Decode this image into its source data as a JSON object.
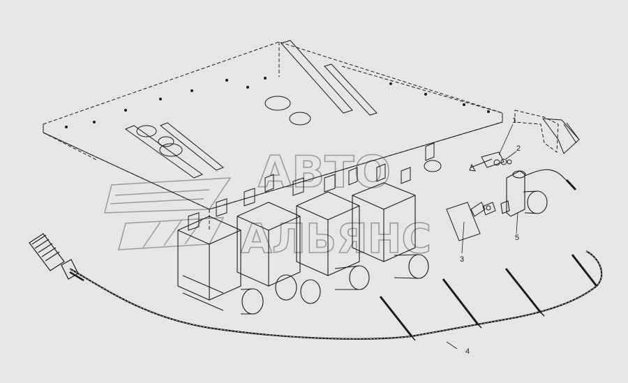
{
  "watermark": {
    "line1": "АВТО",
    "line2": "АЛЬЯНС"
  },
  "callouts": [
    {
      "id": "callout-1",
      "label": "1"
    },
    {
      "id": "callout-2",
      "label": "2"
    },
    {
      "id": "callout-3",
      "label": "3"
    },
    {
      "id": "callout-4",
      "label": "4"
    },
    {
      "id": "callout-5",
      "label": "5"
    }
  ],
  "colors": {
    "background": "#e6e6e6",
    "line": "#1a1a1a",
    "watermark": "#9a9a9a"
  }
}
